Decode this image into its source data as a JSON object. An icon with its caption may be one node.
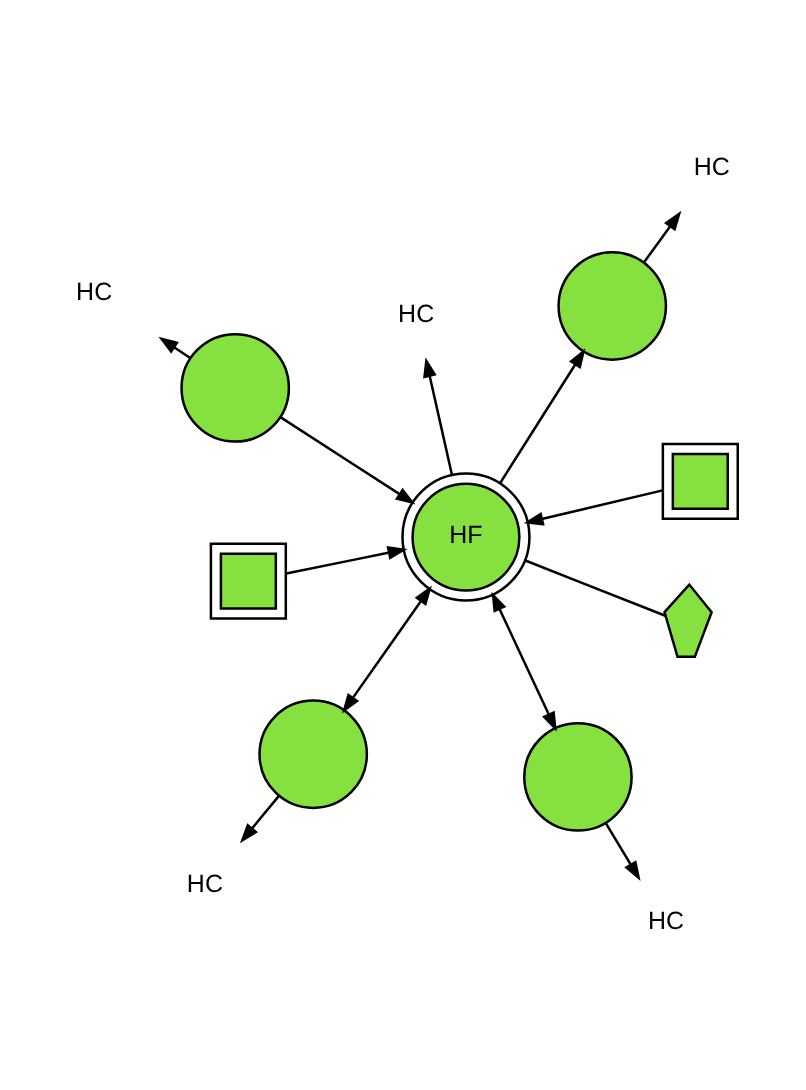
{
  "diagram": {
    "nodes": [
      {
        "text": [],
        "shape": "box"
      },
      {
        "text": [],
        "shape": "box"
      },
      {
        "text": [],
        "shape": "circle"
      },
      {
        "text": [
          "HC"
        ]
      },
      {
        "text": [
          "HF"
        ]
      },
      {
        "text": [
          "HC"
        ]
      },
      {
        "text": [],
        "shape": "circle"
      },
      {
        "text": [],
        "shape": "picture"
      },
      {
        "text": [
          "HC"
        ]
      },
      {
        "text": [],
        "shape": "circle"
      },
      {
        "text": [
          "HC"
        ]
      },
      {
        "text": [],
        "shape": "circle"
      },
      {
        "text": [
          "HC"
        ]
      }
    ],
    "edges": [
      {
        "from": 1,
        "to": 4,
        "arrow": "to"
      },
      {
        "from": 0,
        "to": 4,
        "arrow": "to"
      },
      {
        "from": 2,
        "to": 4,
        "arrow": "to"
      },
      {
        "from": 2,
        "to": 3,
        "arrow": "to"
      },
      {
        "from": 4,
        "to": 5,
        "arrow": "to"
      },
      {
        "from": 6,
        "to": 4,
        "arrow": "both"
      },
      {
        "from": 6,
        "to": 8,
        "arrow": "to"
      },
      {
        "from": 4,
        "to": 7,
        "arrow": "none"
      },
      {
        "from": 4,
        "to": 9,
        "arrow": "both"
      },
      {
        "from": 9,
        "to": 10,
        "arrow": "to"
      },
      {
        "from": 4,
        "to": 11,
        "arrow": "to"
      },
      {
        "from": 11,
        "to": 12,
        "arrow": "to"
      }
    ]
  }
}
